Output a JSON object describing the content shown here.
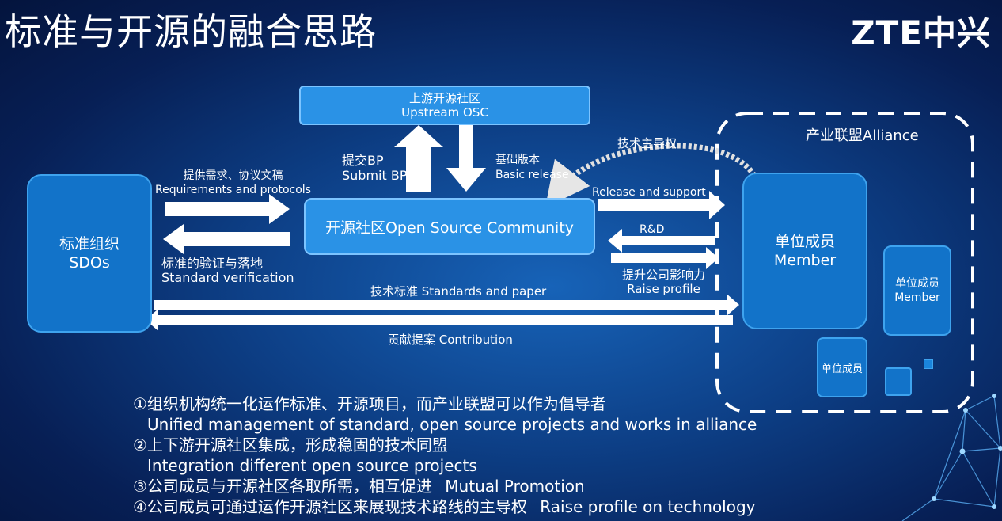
{
  "title": "标准与开源的融合思路",
  "logo": "ZTE中兴",
  "nodes": {
    "osc": {
      "cn": "上游开源社区",
      "en": "Upstream OSC"
    },
    "community": {
      "text": "开源社区Open Source Community"
    },
    "sdos": {
      "cn": "标准组织",
      "en": "SDOs"
    },
    "alliance": {
      "label": "产业联盟Alliance"
    },
    "member_main": {
      "cn": "单位成员",
      "en": "Member"
    },
    "member_small": {
      "cn": "单位成员",
      "en": "Member"
    },
    "member_tiny": {
      "cn": "单位成员"
    }
  },
  "edges": {
    "submit_bp": {
      "cn": "提交BP",
      "en": "Submit BP"
    },
    "basic_release": {
      "cn": "基础版本",
      "en": "Basic release"
    },
    "requirements": {
      "cn": "提供需求、协议文稿",
      "en": "Requirements and protocols"
    },
    "verification": {
      "cn": "标准的验证与落地",
      "en": "Standard verification"
    },
    "leadership": {
      "cn": "技术主导权"
    },
    "release_support": {
      "en": "Release and support"
    },
    "rnd": {
      "en": "R&D"
    },
    "raise_profile": {
      "cn": "提升公司影响力",
      "en": "Raise profile"
    },
    "standards_paper": {
      "text": "技术标准 Standards and paper"
    },
    "contribution": {
      "text": "贡献提案 Contribution"
    }
  },
  "notes": [
    {
      "cn": "①组织机构统一化运作标准、开源项目，而产业联盟可以作为倡导者",
      "en": "Unified management of standard, open source projects and works in alliance"
    },
    {
      "cn": "②上下游开源社区集成，形成稳固的技术同盟",
      "en": "Integration different open source projects"
    },
    {
      "cn": "③公司成员与开源社区各取所需，相互促进",
      "en": "Mutual Promotion"
    },
    {
      "cn": "④公司成员可通过运作开源社区来展现技术路线的主导权",
      "en": "Raise profile on technology"
    }
  ]
}
